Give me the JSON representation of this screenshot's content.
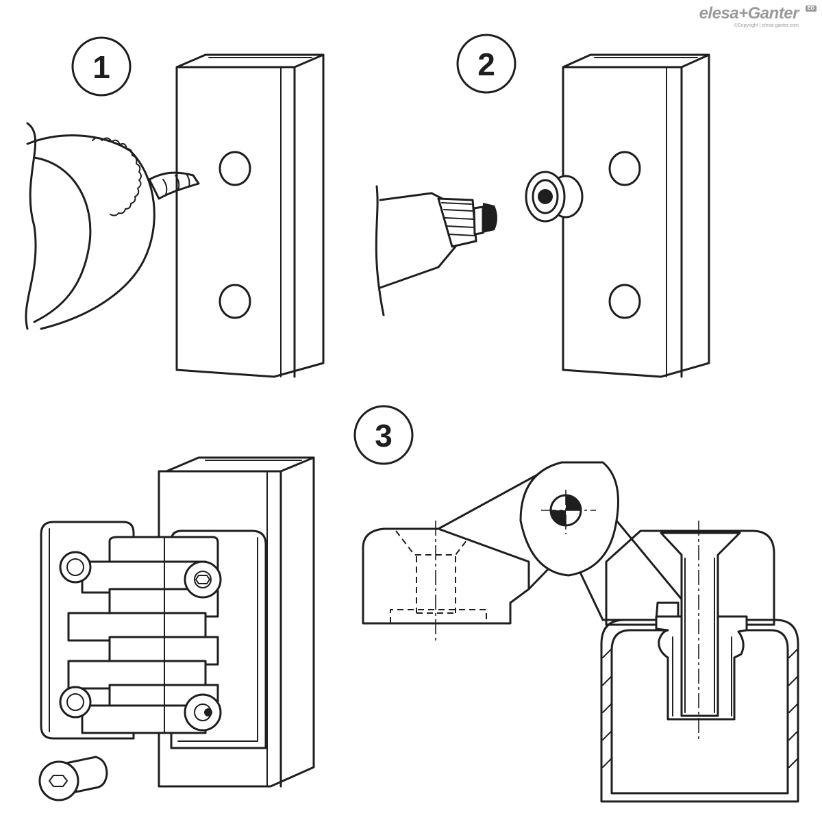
{
  "brand": {
    "name": "elesa+Ganter",
    "badge": "EG",
    "copyright": "©Copyright | elesa-ganter.com"
  },
  "steps": [
    {
      "number": "1"
    },
    {
      "number": "2"
    },
    {
      "number": "3"
    }
  ],
  "colors": {
    "line": "#1e1e1e",
    "watermark": "#9a9a9a"
  }
}
